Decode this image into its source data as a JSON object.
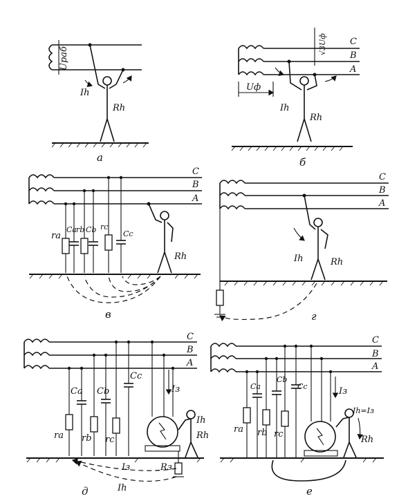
{
  "panels": {
    "a": {
      "caption": "а",
      "u_work": "Uраб",
      "i_h": "Ih",
      "r_h": "Rh"
    },
    "b": {
      "caption": "б",
      "phase_c": "C",
      "phase_b": "B",
      "phase_a": "A",
      "u_line": "√3Uф",
      "u_phase": "Uф",
      "i_h": "Ih",
      "r_h": "Rh"
    },
    "v": {
      "caption": "в",
      "phase_c": "C",
      "phase_b": "B",
      "phase_a": "A",
      "r_a": "ra",
      "c_a": "Ca",
      "r_b": "rb",
      "c_b": "Cb",
      "r_c": "rc",
      "c_c": "Cc",
      "r_h": "Rh"
    },
    "g": {
      "caption": "г",
      "phase_c": "C",
      "phase_b": "B",
      "phase_a": "A",
      "i_h": "Ih",
      "r_h": "Rh"
    },
    "d": {
      "caption": "д",
      "phase_c": "C",
      "phase_b": "B",
      "phase_a": "A",
      "c_a": "Ca",
      "c_b": "Cb",
      "c_c": "Cc",
      "r_a": "ra",
      "r_b": "rb",
      "r_c": "rc",
      "i_z_top": "Iз",
      "i_h_right": "Ih",
      "r_h": "Rh",
      "i_z_bottom": "Iз",
      "r_z": "Rз",
      "i_h_bottom": "Ih"
    },
    "e": {
      "caption": "е",
      "phase_c": "C",
      "phase_b": "B",
      "phase_a": "A",
      "c_a": "Ca",
      "c_b": "Cb",
      "c_c": "Cc",
      "r_a": "ra",
      "r_b": "rb",
      "r_c": "rc",
      "i_z": "Iз",
      "i_h_eq": "Ih=Iз",
      "r_h": "Rh"
    }
  }
}
